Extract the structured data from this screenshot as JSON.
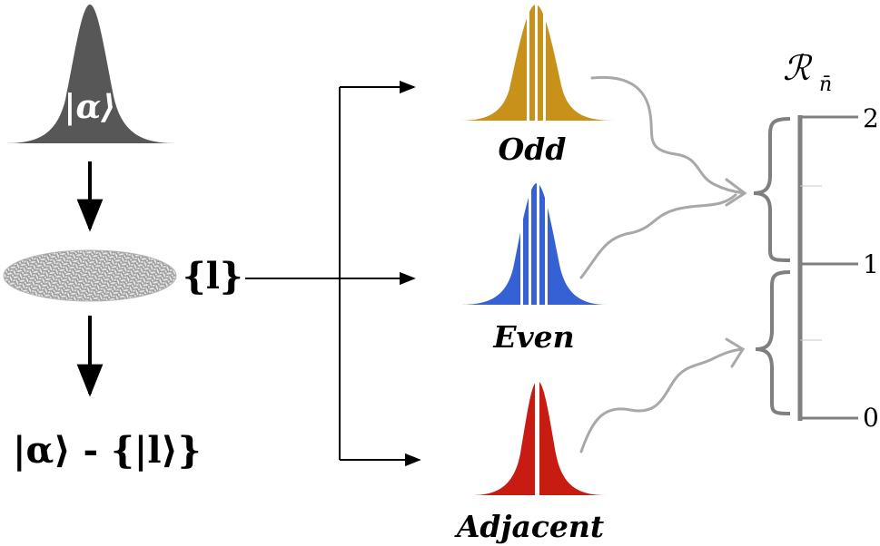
{
  "source": {
    "state_label": "|α⟩",
    "color": "#575757"
  },
  "filter": {
    "set_label": "{l}",
    "mesh_color": "#9a9a9a"
  },
  "result": {
    "label_main": "|α⟩ - {|l⟩}"
  },
  "outputs": [
    {
      "key": "odd",
      "label": "Odd",
      "color": "#c8911a"
    },
    {
      "key": "even",
      "label": "Even",
      "color": "#3561d4"
    },
    {
      "key": "adjacent",
      "label": "Adjacent",
      "color": "#c81c12"
    }
  ],
  "ratio": {
    "symbol": "ℛ",
    "subscript": "n̄",
    "ticks": [
      "2",
      "1",
      "0"
    ],
    "scale_color": "#7f7f7f"
  }
}
